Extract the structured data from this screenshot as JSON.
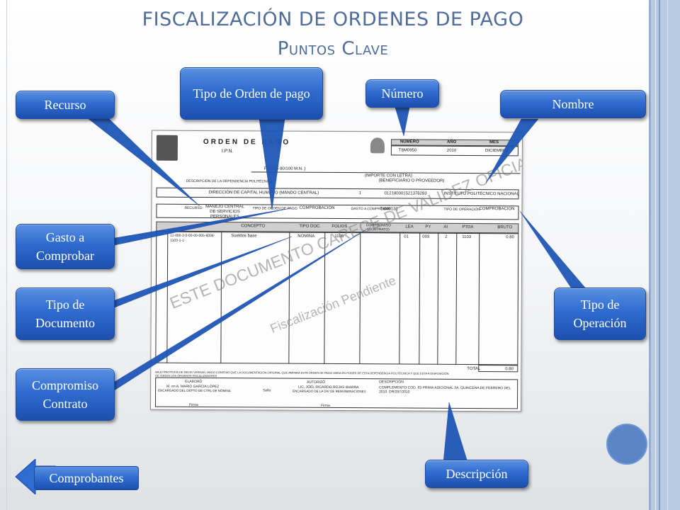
{
  "slide": {
    "title": "FISCALIZACIÓN DE ORDENES DE PAGO",
    "subtitle": "Puntos Clave"
  },
  "callouts": {
    "recurso": "Recurso",
    "tipo_orden": "Tipo de Orden de pago",
    "numero": "Número",
    "nombre": "Nombre",
    "gasto": "Gasto a Comprobar",
    "tipo_documento": "Tipo de Documento",
    "compromiso": "Compromiso Contrato",
    "tipo_operacion": "Tipo de Operación",
    "descripcion": "Descripción"
  },
  "nav": {
    "back_label": "Comprobantes"
  },
  "document": {
    "heading": "ORDEN DE PAGO",
    "institution": "I.P.N.",
    "header_cols": [
      "NÚMERO",
      "AÑO",
      "MES"
    ],
    "header_vals": [
      "T8M0950",
      "2010",
      "DICIEMBRE"
    ],
    "amount_text": "PESOS 80/100 M.N. )",
    "amount_label": "(IMPORTE CON LETRA)",
    "beneficiary_label": "(BENEFICIARIO O PROVEEDOR)",
    "dependency_label": "DESCRIPCIÓN DE LA DEPENDENCIA POLITÉCNICA",
    "dependency": "DIRECCIÓN DE CAPITAL HUMANO (MANDO CENTRAL)",
    "clave": "1",
    "clabe": "012180001521378283",
    "nombre": "INSTITUTO POLITÉCNICO NACIONAL",
    "recurso_label": "RECURSO",
    "recurso": "MANEJO CENTRAL DE SERVICIOS PERSONALES",
    "tipo_orden_label": "TIPO DE ORDEN DE PAGO",
    "tipo_orden": "COMPROBACIÓN",
    "gasto_label": "GASTO A COMPROBAR",
    "gasto": "T4M0131",
    "tipo_operacion_label": "TIPO DE OPERACIÓN",
    "tipo_operacion": "COMPROBACION",
    "table_headers": [
      "CONCEPTO",
      "TIPO DOC.",
      "FOLIOS",
      "COMPROMISO (CONTRATO)",
      "LEA",
      "PY",
      "AI",
      "PTDA",
      "BRUTO"
    ],
    "row": [
      "11-000-2-0-03-00-005-6008-1103-1-1",
      "Sueldos base",
      "NOMINA",
      "1105",
      "01",
      "003",
      "2",
      "1103",
      "0.80"
    ],
    "total_label": "TOTAL",
    "total": "0.80",
    "watermark": "ESTE DOCUMENTO CARECE DE VALIDEZ OFICIAL",
    "watermark2": "Fiscalización Pendiente",
    "protesta": "BAJO PROTESTA DE DECIR VERDAD, HAGO CONSTAR QUE LA DOCUMENTACIÓN ORIGINAL QUE AMPARA ESTA ORDEN DE PAGO OBRA EN PODER DE ESTA DEPENDENCIA POLITÉCNICA Y QUE ESTA A DISPOSICIÓN DE TODOS LOS ÓRGANOS FISCALIZADORES",
    "elaboro_label": "ELABORÓ",
    "elaboro": "M. en A. MARIO GARCÍA LÓPEZ",
    "elaboro_cargo": "ENCARGADO DEL DEPTO DE CTRL DE NÓMINA",
    "sello": "Sello",
    "autorizo_label": "AUTORIZÓ",
    "autorizo": "LIC. JOEL RICARDO ROJAS IBARRA",
    "autorizo_cargo": "ENCARGADO DE LA DIV DE REMUNERACIONES",
    "descripcion_label": "DESCRIPCIÓN",
    "descripcion": "COMPLEMENTO COD. 83 PRIMA ADICIONAL 2A. QUINCENA DE FEBRERO DEL 2010. DR/297/2010",
    "firma": "Firma"
  },
  "colors": {
    "callout_blue": "#2f6cd0",
    "title_blue": "#4f6c9a",
    "pointer_blue": "#1f56b8"
  }
}
